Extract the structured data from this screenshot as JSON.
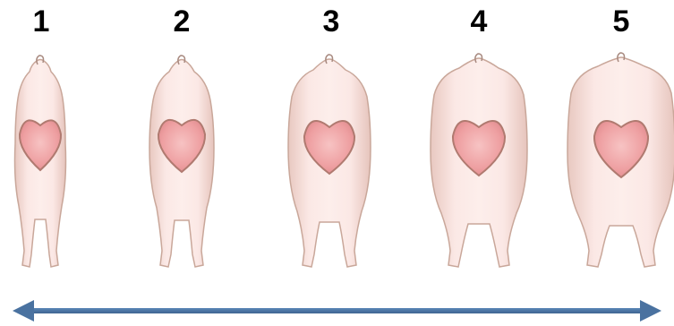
{
  "scale": {
    "labels": [
      "1",
      "2",
      "3",
      "4",
      "5"
    ]
  },
  "colors": {
    "body_fill": "#fae3e0",
    "body_outline": "#c9a79a",
    "heart_fill": "#f0a4a6",
    "heart_outline": "#b07a70",
    "arrow": "#4a72a0",
    "label_text": "#000000"
  },
  "icons": {
    "pig": "pig-rear-view-icon",
    "arrow": "double-headed-arrow-icon"
  }
}
